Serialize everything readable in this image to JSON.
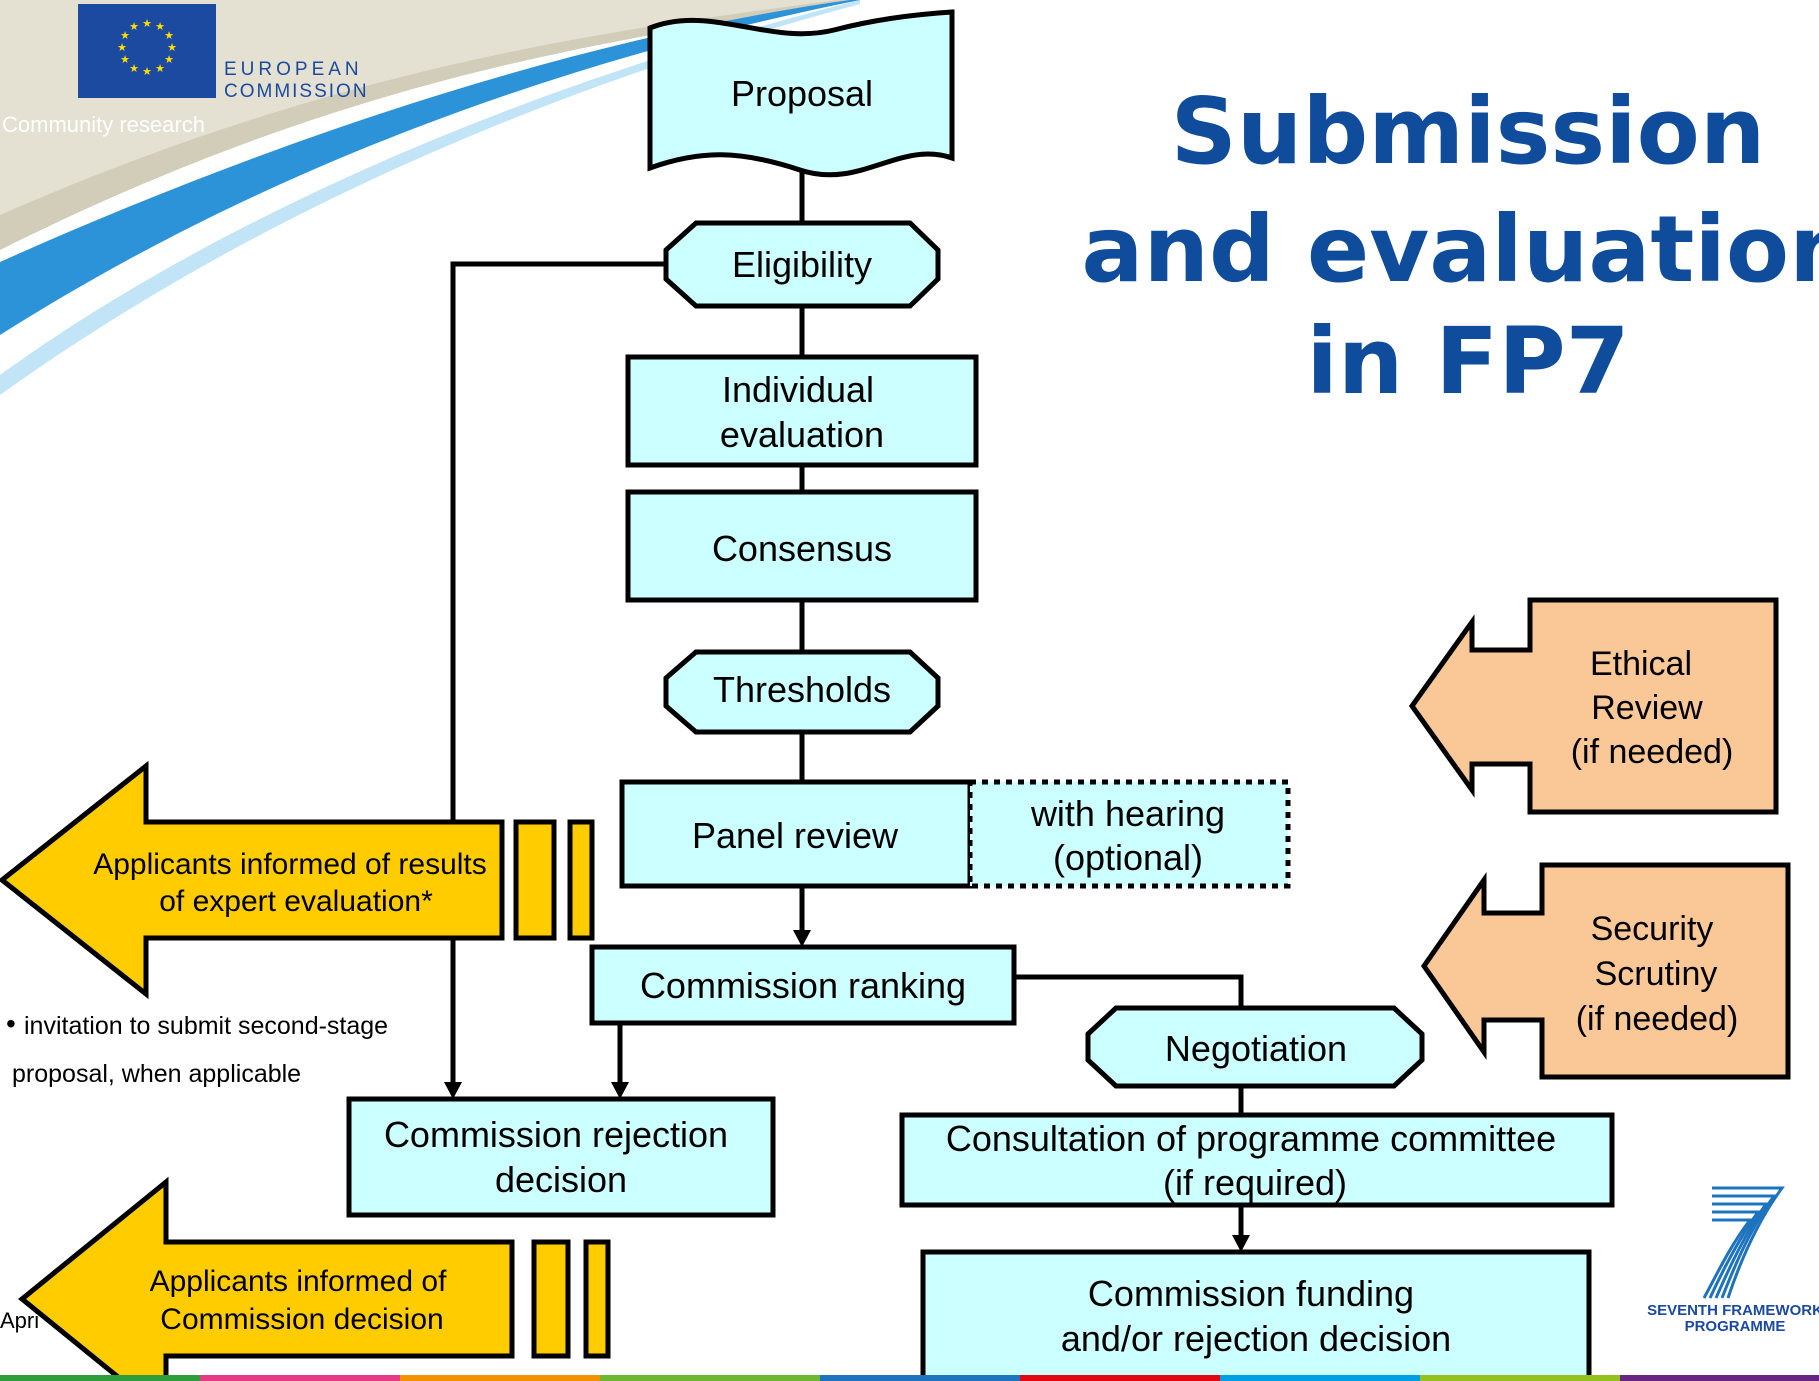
{
  "header": {
    "logo_line1": "EUROPEAN",
    "logo_line2": "COMMISSION",
    "tagline": "Community research"
  },
  "title": {
    "line1": "Submission",
    "line2": "and evaluation",
    "line3": "in FP7"
  },
  "flow": {
    "proposal": "Proposal",
    "eligibility": "Eligibility",
    "individual_line1": "Individual",
    "individual_line2": "evaluation",
    "consensus": "Consensus",
    "thresholds": "Thresholds",
    "panel_review": "Panel review",
    "hearing_line1": "with hearing",
    "hearing_line2": "(optional)",
    "ranking": "Commission ranking",
    "rejection_line1": "Commission rejection",
    "rejection_line2": "decision",
    "negotiation": "Negotiation",
    "consultation_line1": "Consultation of programme committee",
    "consultation_line2": "(if required)",
    "funding_line1": "Commission funding",
    "funding_line2": "and/or rejection decision"
  },
  "informs": {
    "results_line1": "Applicants informed of results",
    "results_line2": "of expert evaluation*",
    "decision_line1": "Applicants informed of",
    "decision_line2": "Commission decision"
  },
  "side": {
    "ethical_line1": "Ethical",
    "ethical_line2": "Review",
    "ethical_line3": "(if needed)",
    "security_line1": "Security",
    "security_line2": "Scrutiny",
    "security_line3": "(if needed)"
  },
  "footnote": {
    "bullet": "•",
    "line1": "invitation to submit second-stage",
    "line2": "proposal, when applicable"
  },
  "footer": {
    "date_fragment": "Apri",
    "fp7_line1": "SEVENTH FRAMEWORK",
    "fp7_line2": "PROGRAMME"
  },
  "colors": {
    "box_fill": "#ccffff",
    "arrow_gold": "#ffcc00",
    "arrow_peach": "#fac896",
    "title_blue": "#104c9c",
    "eu_blue": "#1b4aa0"
  }
}
